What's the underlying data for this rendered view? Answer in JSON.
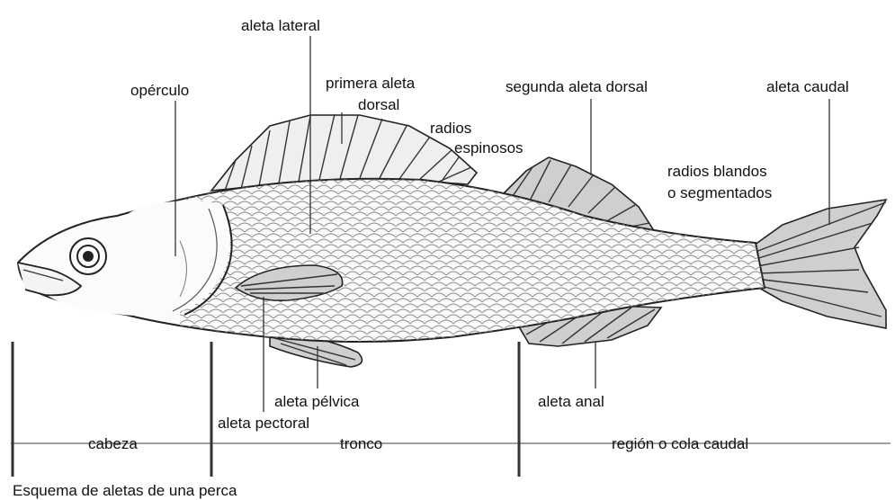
{
  "labels": {
    "aleta_lateral": "aleta lateral",
    "operculo": "opérculo",
    "primera_aleta_l1": "primera aleta",
    "primera_aleta_l2": "dorsal",
    "radios_espinosos_l1": "radios",
    "radios_espinosos_l2": "espinosos",
    "segunda_aleta_dorsal": "segunda aleta dorsal",
    "aleta_caudal": "aleta caudal",
    "radios_blandos_l1": "radios blandos",
    "radios_blandos_l2": "o segmentados",
    "aleta_pelvica": "aleta pélvica",
    "aleta_pectoral": "aleta pectoral",
    "aleta_anal": "aleta anal",
    "cabeza": "cabeza",
    "tronco": "tronco",
    "region_cola": "región o cola caudal"
  },
  "caption": "Esquema de aletas de una perca"
}
